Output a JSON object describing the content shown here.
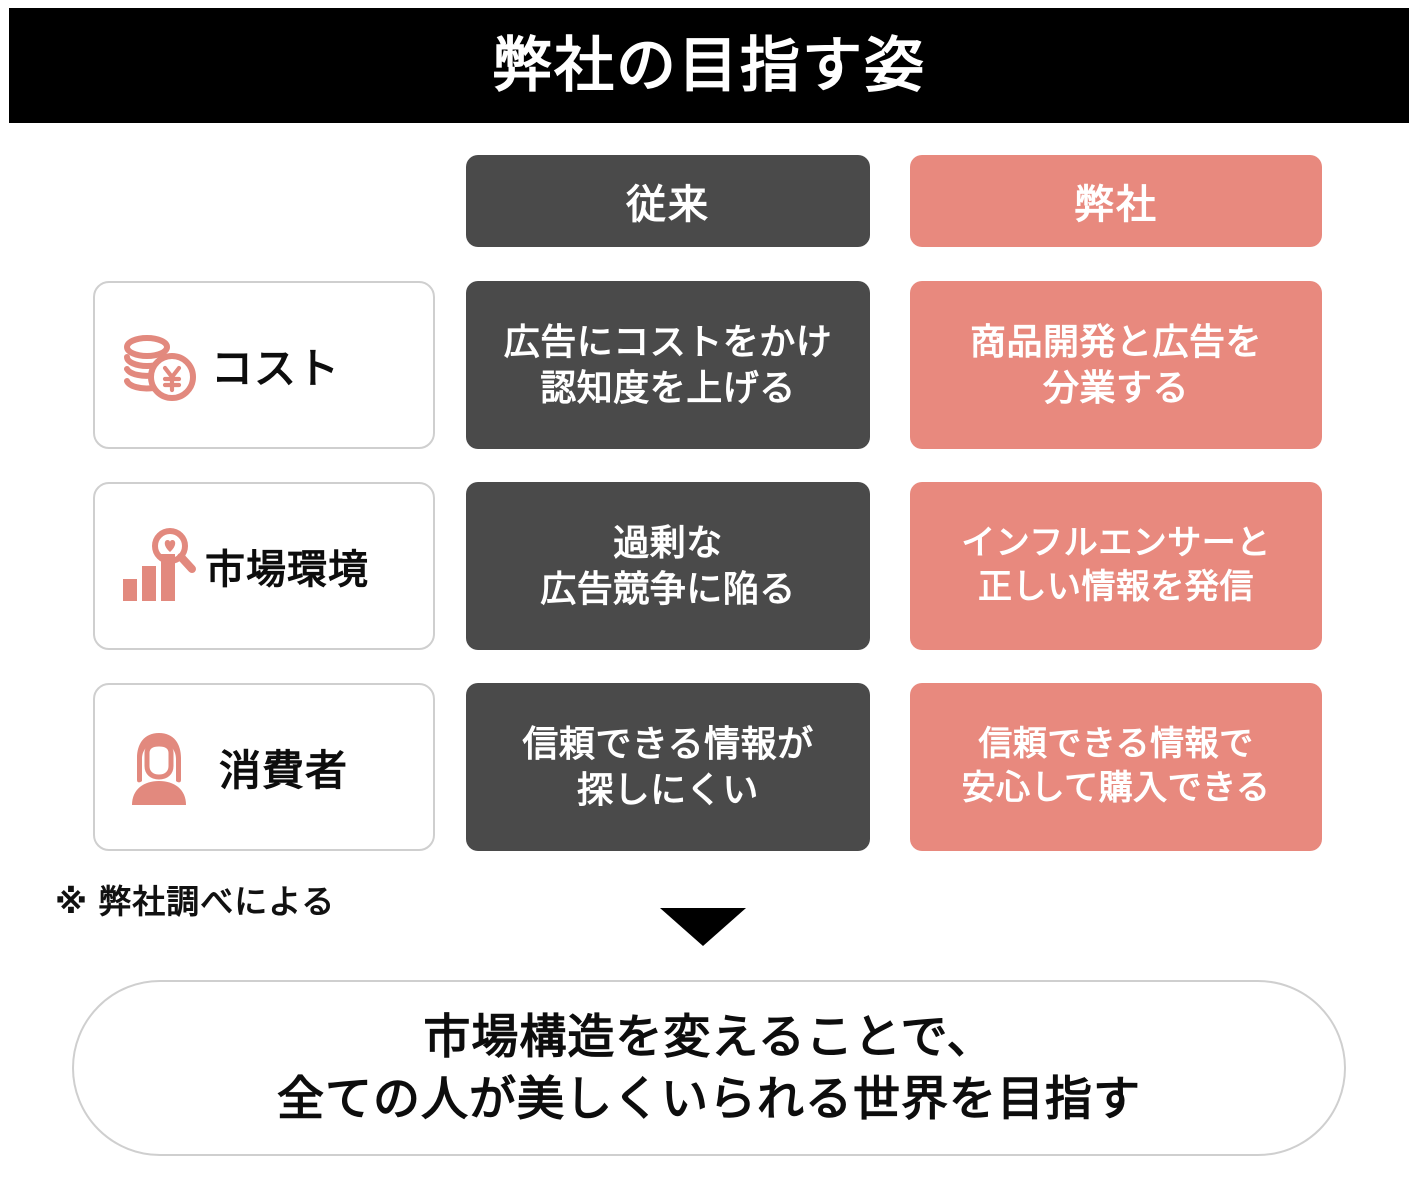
{
  "title": "弊社の目指す姿",
  "colors": {
    "banner_bg": "#000000",
    "accent_salmon": "#E8897E",
    "dark_gray": "#4A4A4A",
    "card_border": "#CFCFCF",
    "text_dark": "#0D0D0D",
    "text_light": "#FFFFFF"
  },
  "headers": {
    "old": "従来",
    "ours": "弊社"
  },
  "rows": [
    {
      "icon": "coins-yen-icon",
      "label": "コスト",
      "old": {
        "line1": "広告にコストをかけ",
        "line2": "認知度を上げる"
      },
      "ours": {
        "line1": "商品開発と広告を",
        "line2": "分業する"
      }
    },
    {
      "icon": "bar-chart-search-icon",
      "label": "市場環境",
      "old": {
        "line1": "過剰な",
        "line2": "広告競争に陥る"
      },
      "ours": {
        "line1": "インフルエンサーと",
        "line2": "正しい情報を発信"
      }
    },
    {
      "icon": "consumer-person-icon",
      "label": "消費者",
      "old": {
        "line1": "信頼できる情報が",
        "line2": "探しにくい"
      },
      "ours": {
        "line1": "信頼できる情報で",
        "line2": "安心して購入できる"
      }
    }
  ],
  "footnote": "※ 弊社調べによる",
  "arrow": "down-triangle-icon",
  "conclusion": {
    "line1": "市場構造を変えることで、",
    "line2": "全ての人が美しくいられる世界を目指す"
  }
}
